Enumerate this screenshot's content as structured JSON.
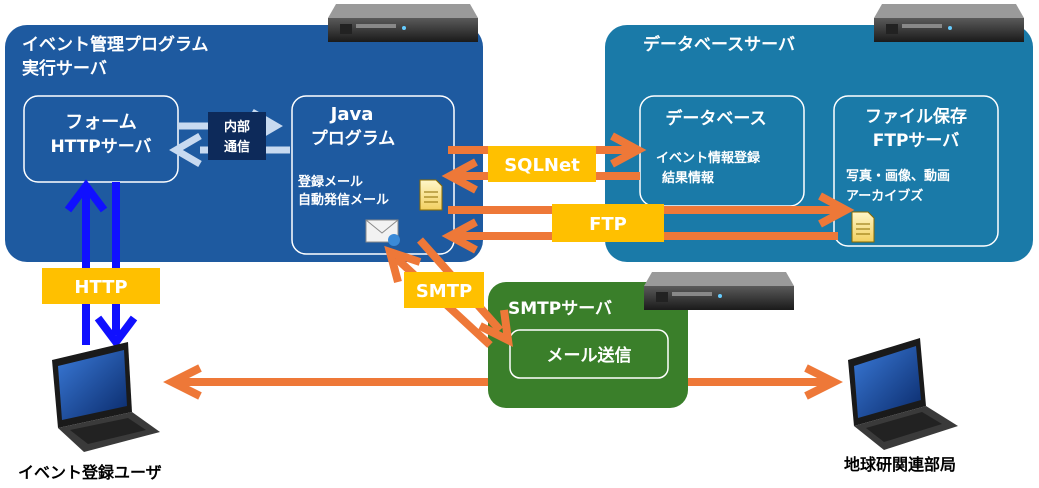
{
  "event_server": {
    "title_line1": "イベント管理プログラム",
    "title_line2": "実行サーバ"
  },
  "form_box": {
    "line1": "フォーム",
    "line2": "HTTPサーバ"
  },
  "internal_comm": {
    "line1": "内部",
    "line2": "通信"
  },
  "java_box": {
    "line1": "Java",
    "line2": "プログラム",
    "mail_line1": "登録メール",
    "mail_line2": "自動発信メール"
  },
  "db_server": {
    "title": "データベースサーバ"
  },
  "db_box": {
    "title": "データベース",
    "line1": "イベント情報登録",
    "line2": "結果情報"
  },
  "file_box": {
    "line1": "ファイル保存",
    "line2": "FTPサーバ",
    "line3": "写真・画像、動画",
    "line4": "アーカイブズ"
  },
  "smtp_server": {
    "title": "SMTPサーバ",
    "mail_send": "メール送信"
  },
  "protocols": {
    "sqlnet": "SQLNet",
    "ftp": "FTP",
    "http": "HTTP",
    "smtp": "SMTP"
  },
  "users": {
    "left": "イベント登録ユーザ",
    "right": "地球研関連部局"
  },
  "colors": {
    "event_server_bg": "#1e5aa0",
    "db_server_bg": "#1a7aa8",
    "smtp_server_bg": "#3a7f2a",
    "arrow_orange": "#ee7838",
    "arrow_blue": "#1010ff",
    "arrow_light": "#c8daf0",
    "label_yellow": "#ffc000",
    "internal_label": "#0d2a5a"
  },
  "icons": [
    "server-rack-icon",
    "laptop-icon",
    "document-icon",
    "mail-envelope-icon"
  ]
}
